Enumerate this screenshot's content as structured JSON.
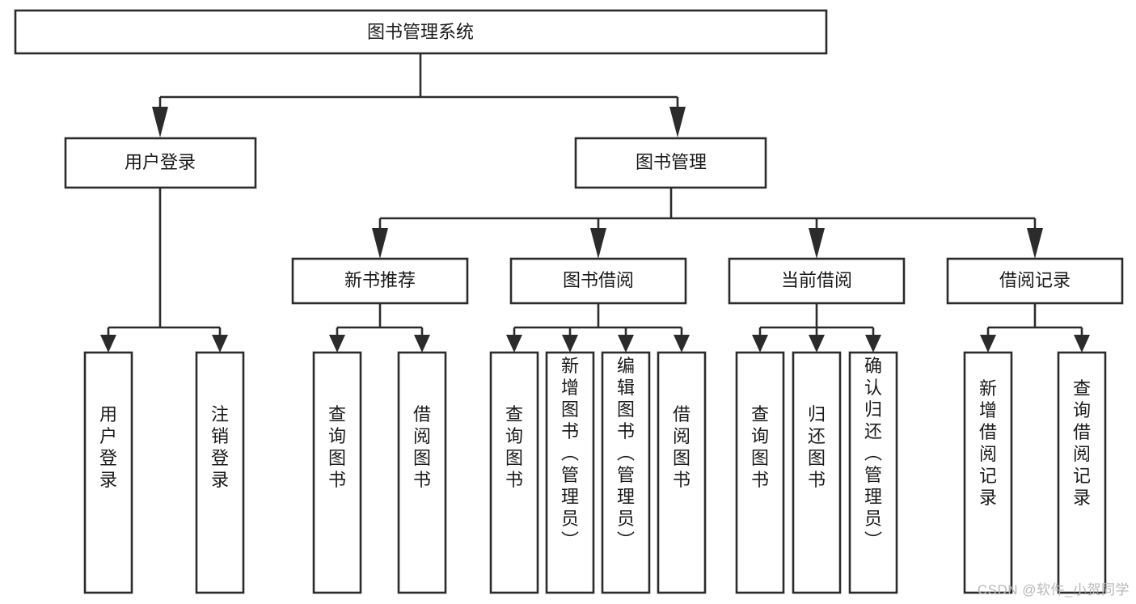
{
  "diagram": {
    "title": "图书管理系统",
    "type": "tree",
    "watermark": "CSDN @软件_小贺同学",
    "colors": {
      "stroke": "#2b2b2b",
      "box_fill": "#ffffff",
      "text": "#1a1a1a",
      "background": "#ffffff",
      "watermark": "#b9b9b9"
    },
    "levels": {
      "root": {
        "label": "图书管理系统",
        "orientation": "horizontal"
      },
      "level2": [
        {
          "label": "用户登录",
          "orientation": "horizontal"
        },
        {
          "label": "图书管理",
          "orientation": "horizontal"
        }
      ],
      "level3": [
        {
          "label": "新书推荐",
          "orientation": "horizontal",
          "parent": "图书管理"
        },
        {
          "label": "图书借阅",
          "orientation": "horizontal",
          "parent": "图书管理"
        },
        {
          "label": "当前借阅",
          "orientation": "horizontal",
          "parent": "图书管理"
        },
        {
          "label": "借阅记录",
          "orientation": "horizontal",
          "parent": "图书管理"
        }
      ],
      "leaves": [
        {
          "label": "用户登录",
          "orientation": "vertical",
          "parent": "用户登录"
        },
        {
          "label": "注销登录",
          "orientation": "vertical",
          "parent": "用户登录"
        },
        {
          "label": "查询图书",
          "orientation": "vertical",
          "parent": "新书推荐"
        },
        {
          "label": "借阅图书",
          "orientation": "vertical",
          "parent": "新书推荐"
        },
        {
          "label": "查询图书",
          "orientation": "vertical",
          "parent": "图书借阅"
        },
        {
          "label": "新增图书（管理员）",
          "orientation": "vertical",
          "parent": "图书借阅"
        },
        {
          "label": "编辑图书（管理员）",
          "orientation": "vertical",
          "parent": "图书借阅"
        },
        {
          "label": "借阅图书",
          "orientation": "vertical",
          "parent": "图书借阅"
        },
        {
          "label": "查询图书",
          "orientation": "vertical",
          "parent": "当前借阅"
        },
        {
          "label": "归还图书",
          "orientation": "vertical",
          "parent": "当前借阅"
        },
        {
          "label": "确认归还（管理员）",
          "orientation": "vertical",
          "parent": "当前借阅"
        },
        {
          "label": "新增借阅记录",
          "orientation": "vertical",
          "parent": "借阅记录"
        },
        {
          "label": "查询借阅记录",
          "orientation": "vertical",
          "parent": "借阅记录"
        }
      ]
    }
  }
}
